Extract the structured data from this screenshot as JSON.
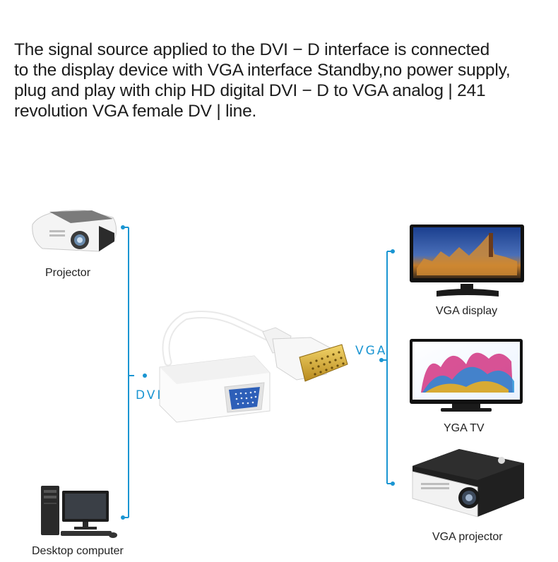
{
  "headline": {
    "lines": [
      "The signal source applied to the DVI − D interface is connected",
      "to the display device with VGA interface Standby,no power supply,",
      "plug and play with chip HD digital DVI − D to VGA analog | 241",
      "revolution VGA female DV | line."
    ]
  },
  "left_bracket": {
    "label": "DVI",
    "color": "#1a95d2"
  },
  "right_bracket": {
    "label": "VGA",
    "color": "#1a95d2"
  },
  "sources": [
    {
      "label": "Projector",
      "icon": "projector-icon"
    },
    {
      "label": "Desktop computer",
      "icon": "desktop-computer-icon"
    }
  ],
  "targets": [
    {
      "label": "VGA display",
      "icon": "monitor-icon"
    },
    {
      "label": "YGA TV",
      "icon": "tv-icon"
    },
    {
      "label": "VGA projector",
      "icon": "projector-icon"
    }
  ],
  "adapter": {
    "icon": "dvi-to-vga-adapter-icon"
  }
}
